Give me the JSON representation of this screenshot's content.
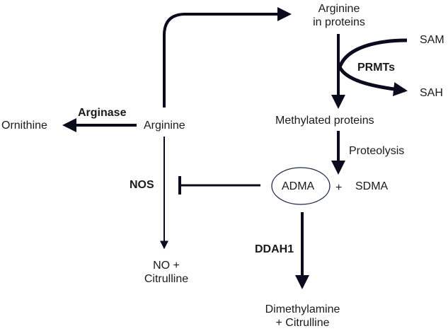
{
  "nodes": {
    "arginine_in_proteins": [
      "Arginine",
      "in proteins"
    ],
    "sam": "SAM",
    "sah": "SAH",
    "methylated_proteins": "Methylated proteins",
    "ornithine": "Ornithine",
    "arginine": "Arginine",
    "adma": "ADMA",
    "plus": "+",
    "sdma": "SDMA",
    "no_citrulline": [
      "NO +",
      "Citrulline"
    ],
    "dimethylamine_citrulline": [
      "Dimethylamine",
      "+ Citrulline"
    ]
  },
  "enzymes": {
    "prmts": "PRMTs",
    "arginase": "Arginase",
    "nos": "NOS",
    "ddah1": "DDAH1",
    "proteolysis": "Proteolysis"
  },
  "colors": {
    "arrow": "#0b0b1e",
    "text": "#1a1a1a",
    "ellipse_stroke": "#1f2a44"
  }
}
